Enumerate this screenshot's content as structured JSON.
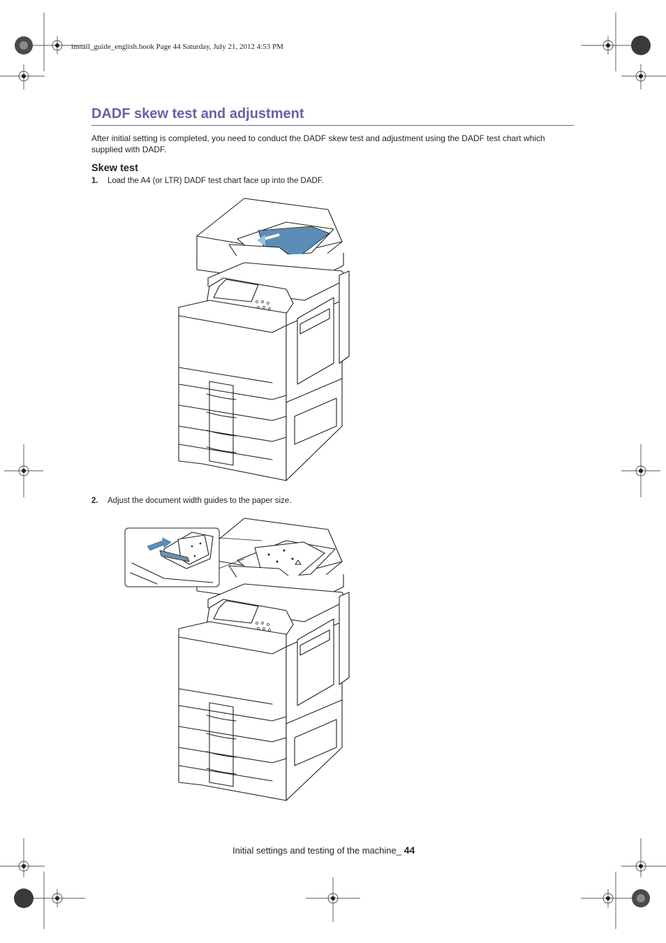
{
  "header": {
    "book_info": "install_guide_english.book  Page 44  Saturday, July 21, 2012  4:53 PM"
  },
  "section": {
    "title": "DADF skew test and adjustment",
    "intro": "After initial setting is completed, you need to conduct the DADF skew test and adjustment using the DADF test chart which supplied with DADF.",
    "subheading": "Skew test",
    "steps": [
      {
        "number": "1.",
        "text": "Load the A4 (or LTR) DADF test chart face up into the DADF."
      },
      {
        "number": "2.",
        "text": "Adjust the document width guides to the paper size."
      }
    ]
  },
  "footer": {
    "text": "Initial settings and testing of the machine_",
    "page": "44"
  },
  "colors": {
    "heading": "#6a5fa8",
    "text": "#231f20",
    "chart_blue": "#5b8db8"
  }
}
